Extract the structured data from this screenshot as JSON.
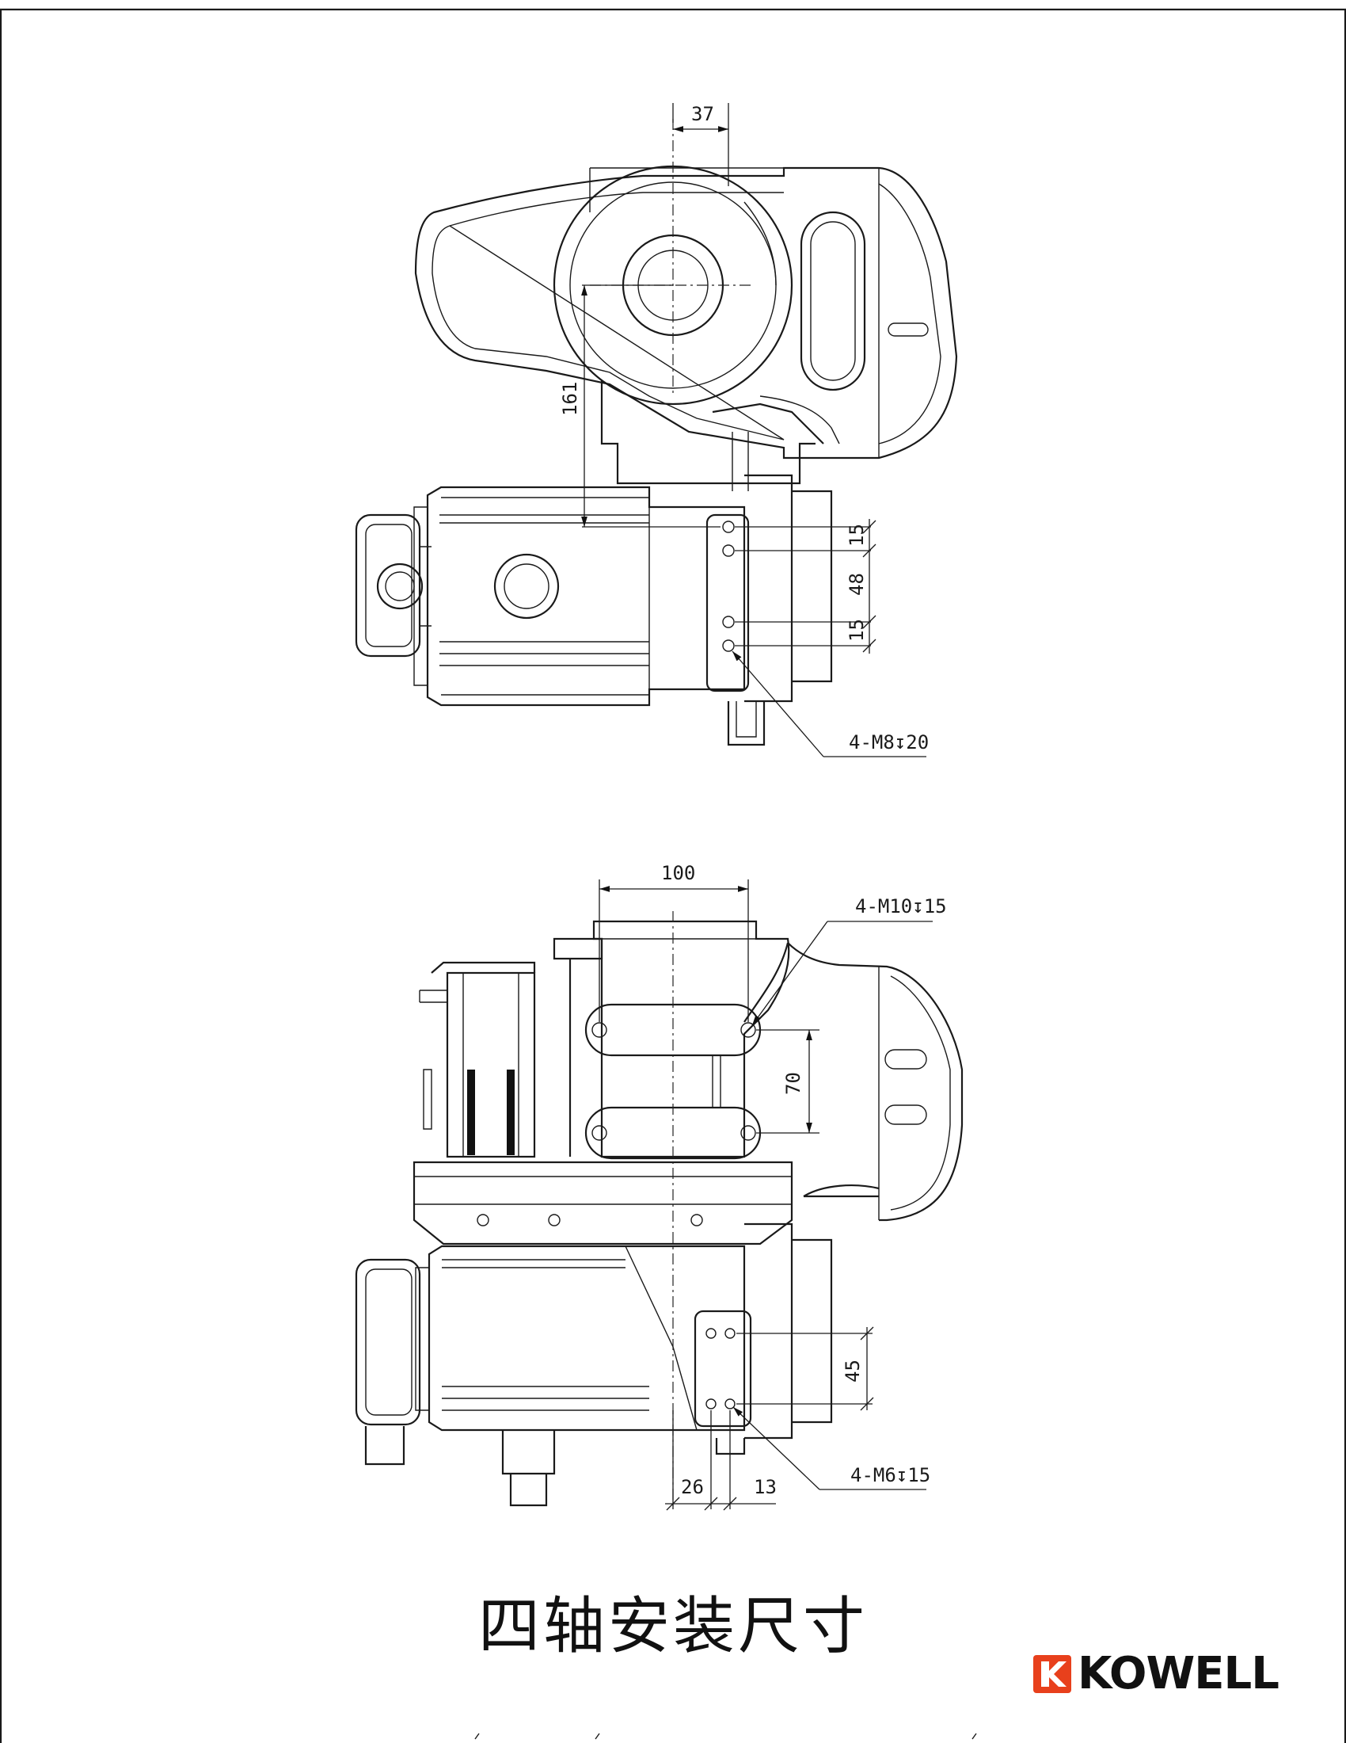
{
  "title": "四轴安装尺寸",
  "brand": {
    "name": "KOWELL",
    "accent_color": "#e8401c"
  },
  "top_view": {
    "dimensions": {
      "horizontal_top": "37",
      "vertical_left": "161",
      "hole_pitch_a": "15",
      "hole_pitch_b": "48",
      "hole_pitch_c": "15"
    },
    "callout": "4-M8↧20"
  },
  "front_view": {
    "dimensions": {
      "horizontal_top": "100",
      "vertical_right": "70",
      "vertical_lower": "45",
      "bottom_left": "26",
      "bottom_right": "13"
    },
    "callout_upper": "4-M10↧15",
    "callout_lower": "4-M6↧15"
  }
}
